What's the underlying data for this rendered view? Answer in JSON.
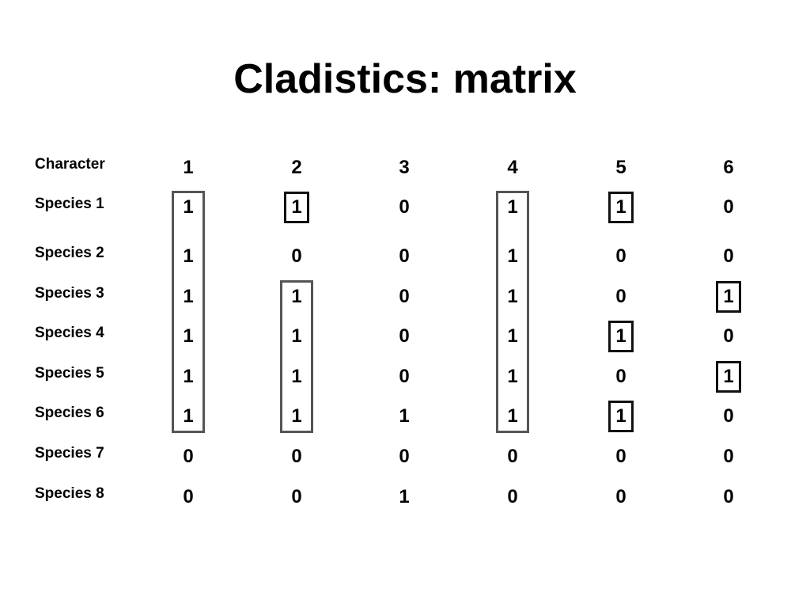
{
  "title": "Cladistics:  matrix",
  "header_label": "Character",
  "characters": [
    "1",
    "2",
    "3",
    "4",
    "5",
    "6"
  ],
  "species": [
    {
      "name": "Species 1",
      "values": [
        "1",
        "1",
        "0",
        "1",
        "1",
        "0"
      ]
    },
    {
      "name": "Species 2",
      "values": [
        "1",
        "0",
        "0",
        "1",
        "0",
        "0"
      ]
    },
    {
      "name": "Species 3",
      "values": [
        "1",
        "1",
        "0",
        "1",
        "0",
        "1"
      ]
    },
    {
      "name": "Species 4",
      "values": [
        "1",
        "1",
        "0",
        "1",
        "1",
        "0"
      ]
    },
    {
      "name": "Species 5",
      "values": [
        "1",
        "1",
        "0",
        "1",
        "0",
        "1"
      ]
    },
    {
      "name": "Species 6",
      "values": [
        "1",
        "1",
        "1",
        "1",
        "1",
        "0"
      ]
    },
    {
      "name": "Species 7",
      "values": [
        "0",
        "0",
        "0",
        "0",
        "0",
        "0"
      ]
    },
    {
      "name": "Species 8",
      "values": [
        "0",
        "0",
        "1",
        "0",
        "0",
        "0"
      ]
    }
  ],
  "highlight_groups": [
    {
      "character": 1,
      "species": [
        1,
        2,
        3,
        4,
        5,
        6
      ]
    },
    {
      "character": 2,
      "species": [
        1
      ]
    },
    {
      "character": 2,
      "species": [
        3,
        4,
        5,
        6
      ]
    },
    {
      "character": 4,
      "species": [
        1,
        2,
        3,
        4,
        5,
        6
      ]
    },
    {
      "character": 5,
      "species": [
        1
      ]
    },
    {
      "character": 5,
      "species": [
        4
      ]
    },
    {
      "character": 5,
      "species": [
        6
      ]
    },
    {
      "character": 6,
      "species": [
        3
      ]
    },
    {
      "character": 6,
      "species": [
        5
      ]
    }
  ]
}
